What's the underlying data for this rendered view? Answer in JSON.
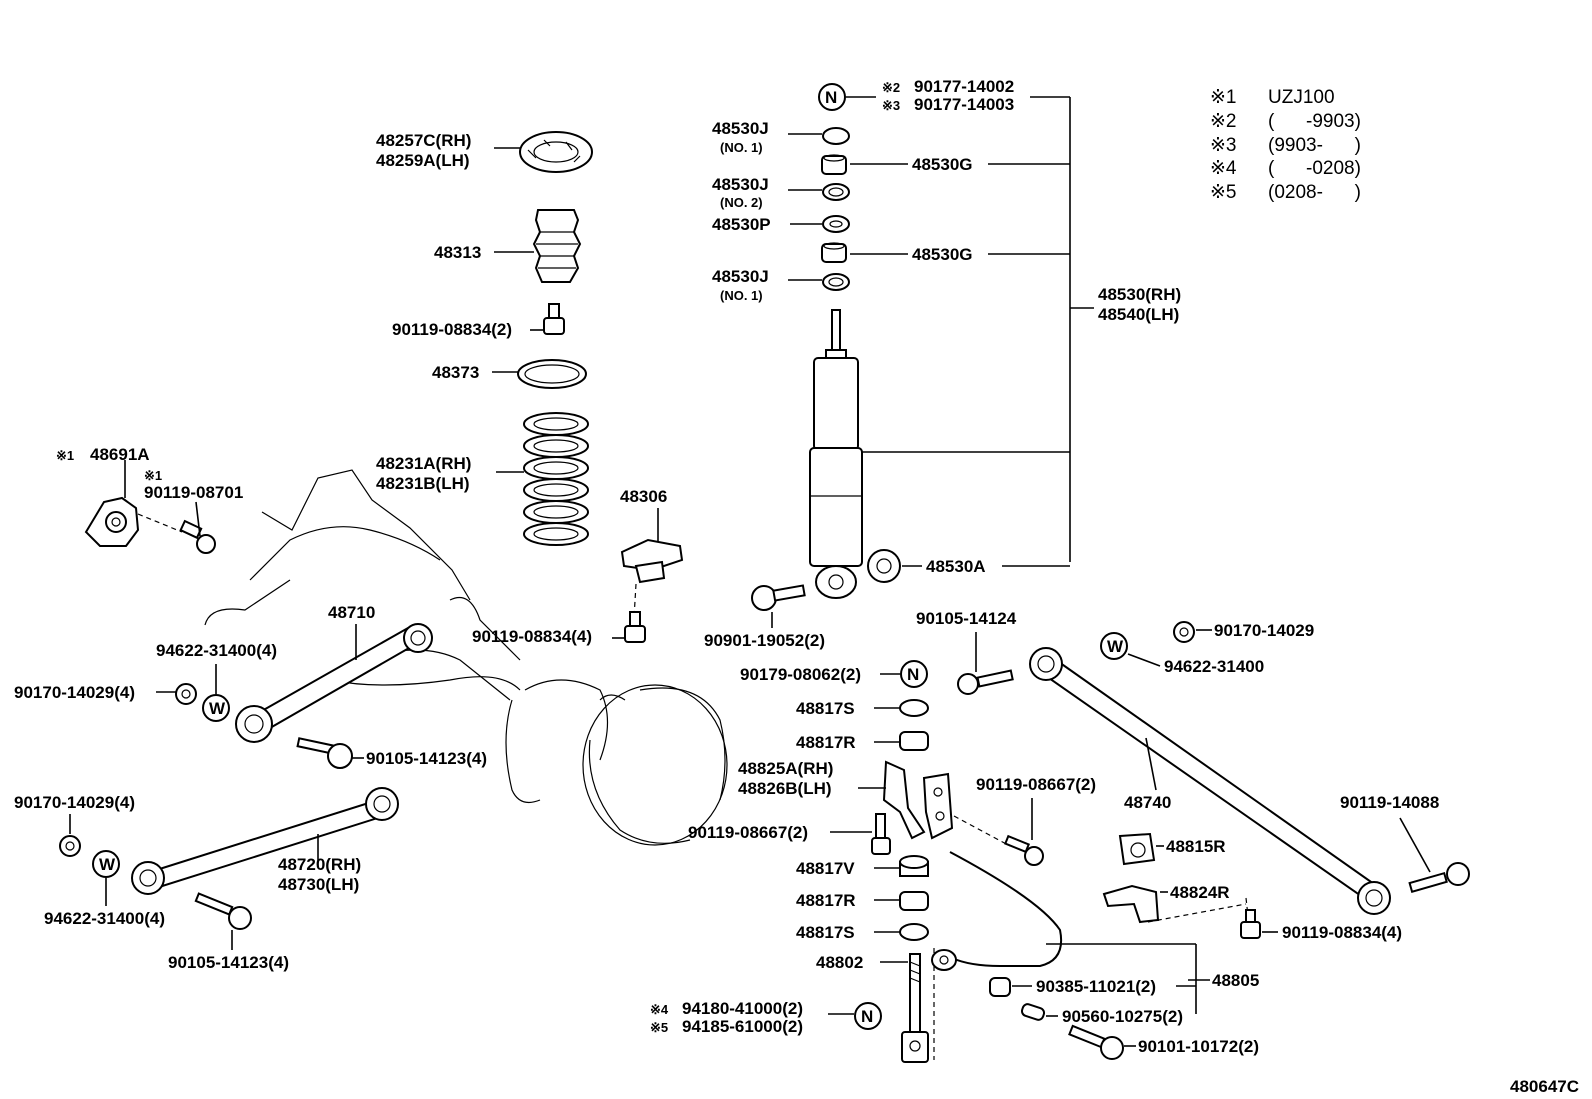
{
  "notes": [
    {
      "mark": "※1",
      "text": "UZJ100"
    },
    {
      "mark": "※2",
      "text": "(      -9903)"
    },
    {
      "mark": "※3",
      "text": "(9903-      )"
    },
    {
      "mark": "※4",
      "text": "(      -0208)"
    },
    {
      "mark": "※5",
      "text": "(0208-      )"
    }
  ],
  "callouts": {
    "p48257c": "48257C(RH)",
    "p48259a": "48259A(LH)",
    "p48313": "48313",
    "p90119_08834_2": "90119-08834(2)",
    "p48373": "48373",
    "p48231a": "48231A(RH)",
    "p48231b": "48231B(LH)",
    "p48691a": "48691A",
    "p90119_08701": "90119-08701",
    "p48306": "48306",
    "p90119_08834_4a": "90119-08834(4)",
    "p48710": "48710",
    "p94622_31400_4a": "94622-31400(4)",
    "p90170_14029_4a": "90170-14029(4)",
    "p90105_14123_4a": "90105-14123(4)",
    "p90170_14029_4b": "90170-14029(4)",
    "p48720": "48720(RH)",
    "p48730": "48730(LH)",
    "p94622_31400_4b": "94622-31400(4)",
    "p90105_14123_4b": "90105-14123(4)",
    "p90177_14002": "90177-14002",
    "p90177_14003": "90177-14003",
    "p48530j_1": "48530J",
    "p48530j_1_sub": "(NO. 1)",
    "p48530g_1": "48530G",
    "p48530j_2": "48530J",
    "p48530j_2_sub": "(NO. 2)",
    "p48530p": "48530P",
    "p48530g_2": "48530G",
    "p48530j_3": "48530J",
    "p48530j_3_sub": "(NO. 1)",
    "p48530rh": "48530(RH)",
    "p48540lh": "48540(LH)",
    "p48530a": "48530A",
    "p90901_19052": "90901-19052(2)",
    "p90105_14124": "90105-14124",
    "p90179_08062": "90179-08062(2)",
    "p48817s_1": "48817S",
    "p48817r_1": "48817R",
    "p48825a": "48825A(RH)",
    "p48826b": "48826B(LH)",
    "p90119_08667_a": "90119-08667(2)",
    "p90119_08667_b": "90119-08667(2)",
    "p48817v": "48817V",
    "p48817r_2": "48817R",
    "p48817s_2": "48817S",
    "p48802": "48802",
    "p94180": "94180-41000(2)",
    "p94185": "94185-61000(2)",
    "p90170_14029_c": "90170-14029",
    "p94622_31400_c": "94622-31400",
    "p48740": "48740",
    "p90119_14088": "90119-14088",
    "p48815r": "48815R",
    "p48824r": "48824R",
    "p90119_08834_4b": "90119-08834(4)",
    "p90385": "90385-11021(2)",
    "p48805": "48805",
    "p90560": "90560-10275(2)",
    "p90101": "90101-10172(2)",
    "catalog_no": "480647C"
  },
  "marks": {
    "n": "N",
    "w": "W",
    "x1": "※1",
    "x2": "※2",
    "x3": "※3",
    "x4": "※4",
    "x5": "※5"
  }
}
